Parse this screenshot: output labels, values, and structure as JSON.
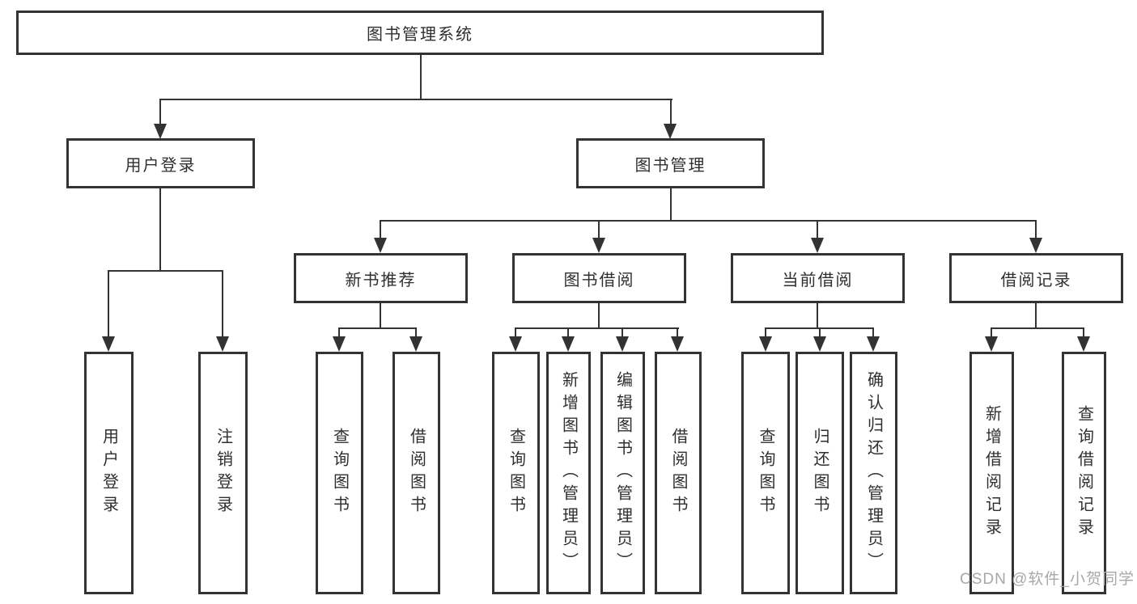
{
  "tree": {
    "label": "图书管理系统",
    "children": [
      {
        "label": "用户登录",
        "children": [
          {
            "label": "用户登录"
          },
          {
            "label": "注销登录"
          }
        ]
      },
      {
        "label": "图书管理",
        "children": [
          {
            "label": "新书推荐",
            "children": [
              {
                "label": "查询图书"
              },
              {
                "label": "借阅图书"
              }
            ]
          },
          {
            "label": "图书借阅",
            "children": [
              {
                "label": "查询图书"
              },
              {
                "label": "新增图书（管理员）"
              },
              {
                "label": "编辑图书（管理员）"
              },
              {
                "label": "借阅图书"
              }
            ]
          },
          {
            "label": "当前借阅",
            "children": [
              {
                "label": "查询图书"
              },
              {
                "label": "归还图书"
              },
              {
                "label": "确认归还（管理员）"
              }
            ]
          },
          {
            "label": "借阅记录",
            "children": [
              {
                "label": "新增借阅记录"
              },
              {
                "label": "查询借阅记录"
              }
            ]
          }
        ]
      }
    ]
  },
  "watermark": "CSDN @软件_小贺同学",
  "colors": {
    "line": "#333333",
    "text": "#2f2f2f",
    "watermark": "#a8a8a8",
    "background": "#ffffff"
  }
}
